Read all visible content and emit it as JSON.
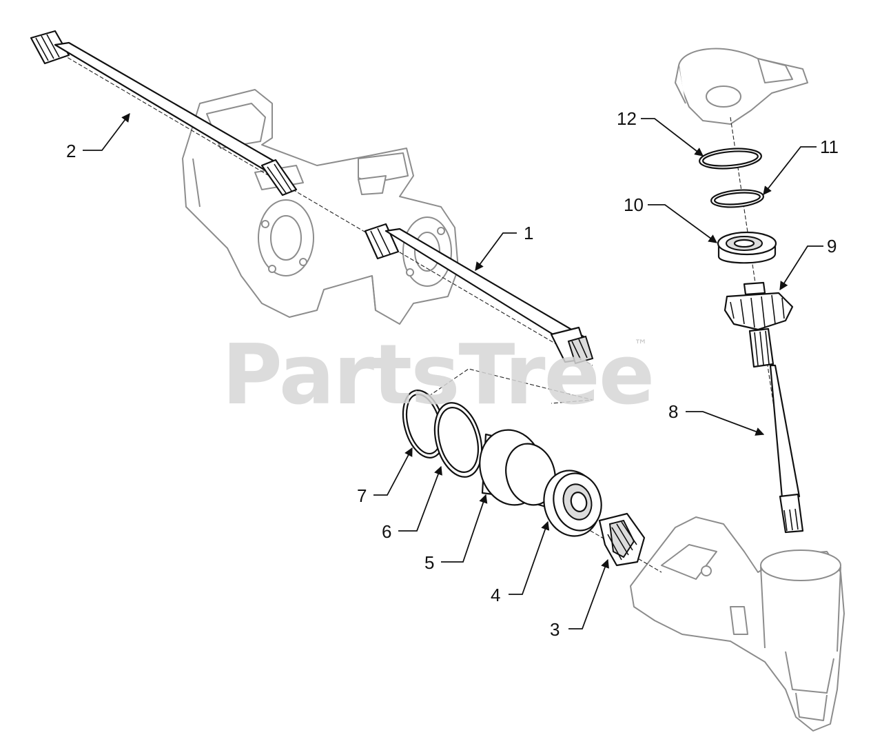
{
  "watermark": {
    "brand": "PartsTree",
    "trademark": "™"
  },
  "callouts": [
    "1",
    "2",
    "3",
    "4",
    "5",
    "6",
    "7",
    "8",
    "9",
    "10",
    "11",
    "12"
  ],
  "colors": {
    "line": "#111111",
    "ghost": "#8c8c8c",
    "watermark": "#d6d6d6"
  }
}
